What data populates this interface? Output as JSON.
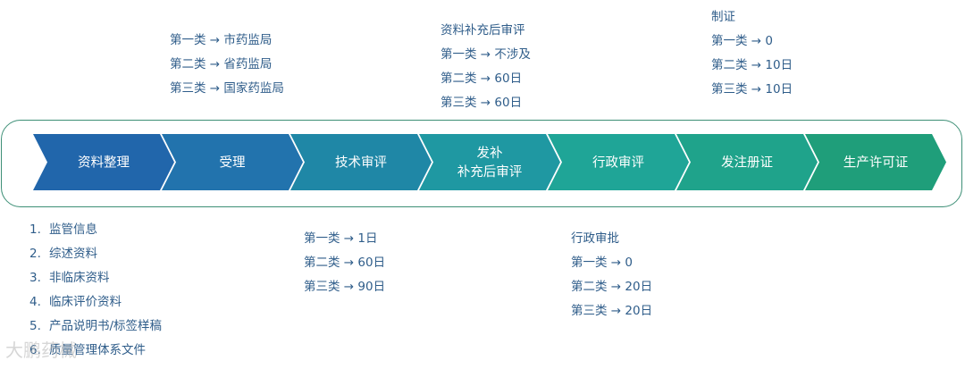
{
  "steps": [
    {
      "lines": [
        "资料整理"
      ],
      "color": "#2166ab"
    },
    {
      "lines": [
        "受理"
      ],
      "color": "#2273ad"
    },
    {
      "lines": [
        "技术审评"
      ],
      "color": "#1f87a6"
    },
    {
      "lines": [
        "发补",
        "补充后审评"
      ],
      "color": "#1f98a2"
    },
    {
      "lines": [
        "行政审评"
      ],
      "color": "#1fa597"
    },
    {
      "lines": [
        "发注册证"
      ],
      "color": "#1fa38b"
    },
    {
      "lines": [
        "生产许可证"
      ],
      "color": "#1f9e7a"
    }
  ],
  "notes": {
    "acceptance": [
      "第一类 → 市药监局",
      "第二类 → 省药监局",
      "第三类 → 国家药监局"
    ],
    "supplement": [
      "资料补充后审评",
      "第一类 → 不涉及",
      "第二类 → 60日",
      "第三类 → 60日"
    ],
    "certificate": [
      "制证",
      "第一类 → 0",
      "第二类 → 10日",
      "第三类 → 10日"
    ],
    "documents": [
      {
        "num": "1.",
        "text": "监管信息"
      },
      {
        "num": "2.",
        "text": "综述资料"
      },
      {
        "num": "3.",
        "text": "非临床资料"
      },
      {
        "num": "4.",
        "text": "临床评价资料"
      },
      {
        "num": "5.",
        "text": "产品说明书/标签样稿"
      },
      {
        "num": "6.",
        "text": "质量管理体系文件"
      }
    ],
    "technical": [
      "第一类 → 1日",
      "第二类 → 60日",
      "第三类 → 90日"
    ],
    "administrative": [
      "行政审批",
      "第一类 → 0",
      "第二类 → 20日",
      "第三类 → 20日"
    ]
  },
  "colors": {
    "text": "#2f5d8a",
    "frame": "#3d8f76"
  },
  "watermark": "大鹏药械"
}
